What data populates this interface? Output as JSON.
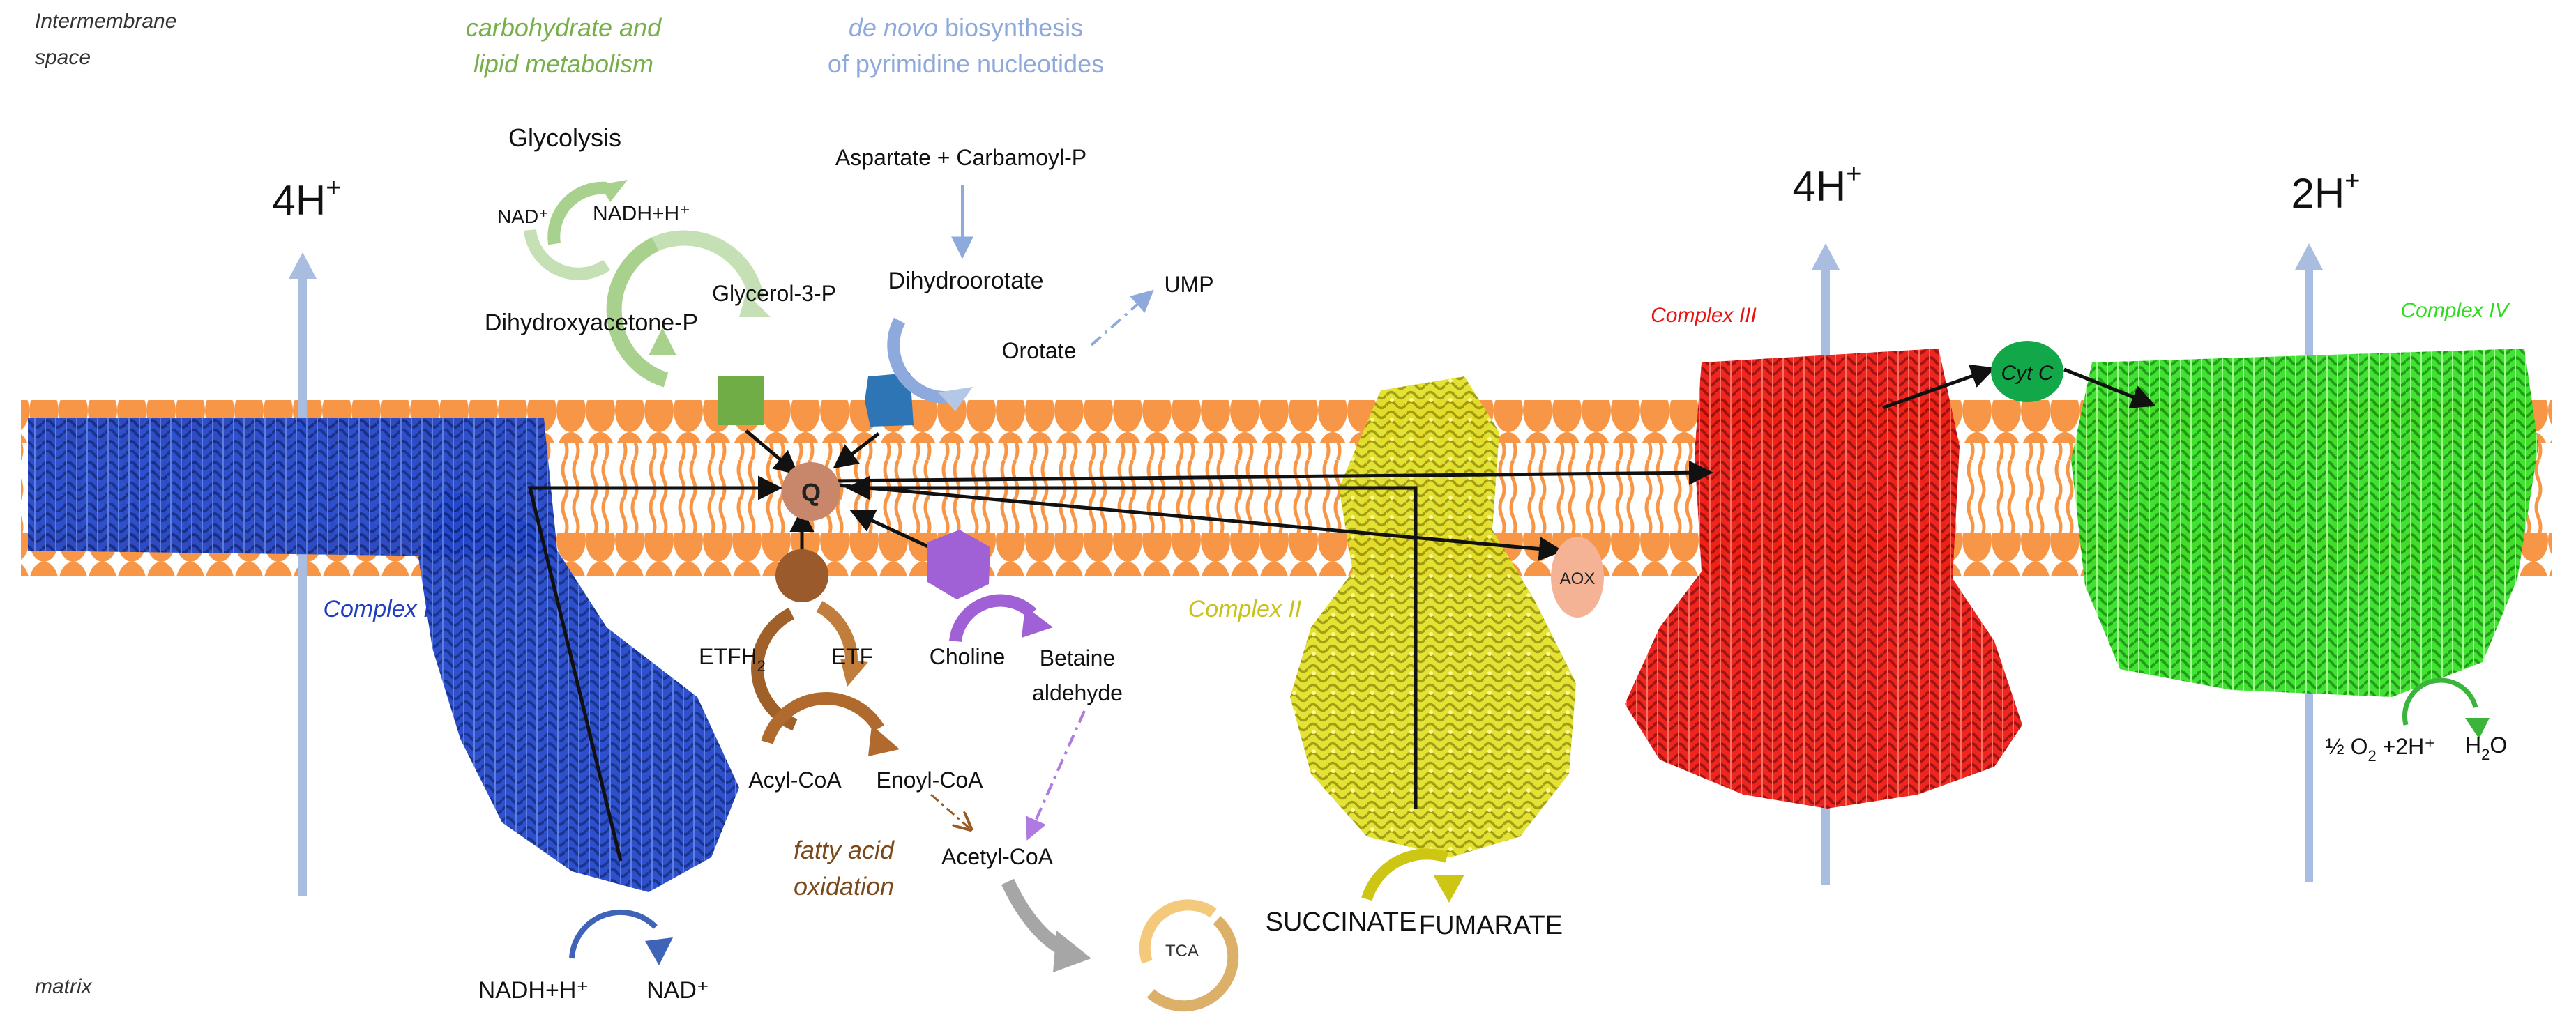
{
  "regions": {
    "intermembrane": "Intermembrane space",
    "intermembrane_line1": "Intermembrane",
    "intermembrane_line2": "space",
    "matrix": "matrix"
  },
  "pathways": {
    "carb_lipid_line1": "carbohydrate and",
    "carb_lipid_line2": "lipid metabolism",
    "pyrimidine_italic": "de novo",
    "pyrimidine_line1_rest": " biosynthesis",
    "pyrimidine_line2": "of pyrimidine nucleotides",
    "fatty_acid_line1": "fatty acid",
    "fatty_acid_line2": "oxidation"
  },
  "protons": {
    "complex1": {
      "base": "4H",
      "sup": "+"
    },
    "complex3": {
      "base": "4H",
      "sup": "+"
    },
    "complex4": {
      "base": "2H",
      "sup": "+"
    }
  },
  "complexes": {
    "c1": "Complex I",
    "c2": "Complex II",
    "c3": "Complex III",
    "c4": "Complex IV",
    "cytc": "Cyt C",
    "aox": "AOX",
    "q": "Q",
    "tca": "TCA"
  },
  "metabolites": {
    "glycolysis": "Glycolysis",
    "nad_small": "NAD⁺",
    "nadh_small": "NADH+H⁺",
    "g3p": "Glycerol-3-P",
    "dhap": "Dihydroxyacetone-P",
    "asp_carb": "Aspartate + Carbamoyl-P",
    "dihydroorotate": "Dihydroorotate",
    "orotate": "Orotate",
    "ump": "UMP",
    "etfh2_base": "ETFH",
    "etfh2_sub": "2",
    "etf": "ETF",
    "acyl_coa": "Acyl-CoA",
    "enoyl_coa": "Enoyl-CoA",
    "acetyl_coa": "Acetyl-CoA",
    "choline": "Choline",
    "betaine_line1": "Betaine",
    "betaine_line2": "aldehyde",
    "succinate": "SUCCINATE",
    "fumarate": "FUMARATE",
    "nadh_bottom": "NADH+H⁺",
    "nad_bottom": "NAD⁺",
    "o2_left": "½ O",
    "o2_sub": "2",
    "o2_right": " +2H⁺",
    "h2o_h": "H",
    "h2o_sub": "2",
    "h2o_o": "O"
  },
  "colors": {
    "membrane": "#f79646",
    "complex1": "#1f3fbf",
    "complex2": "#d4d21a",
    "complex3": "#e8120f",
    "complex4": "#2fdc20",
    "cytc": "#12a84a",
    "proton_arrow": "#a8bde0",
    "carb_green": "#77b04a",
    "pyrimidine_blue": "#8ea9db",
    "fatty_brown": "#7b4a1c",
    "choline_purple": "#a061d6",
    "tca_gold": "#e9b45c",
    "aox": "#f5b396"
  }
}
